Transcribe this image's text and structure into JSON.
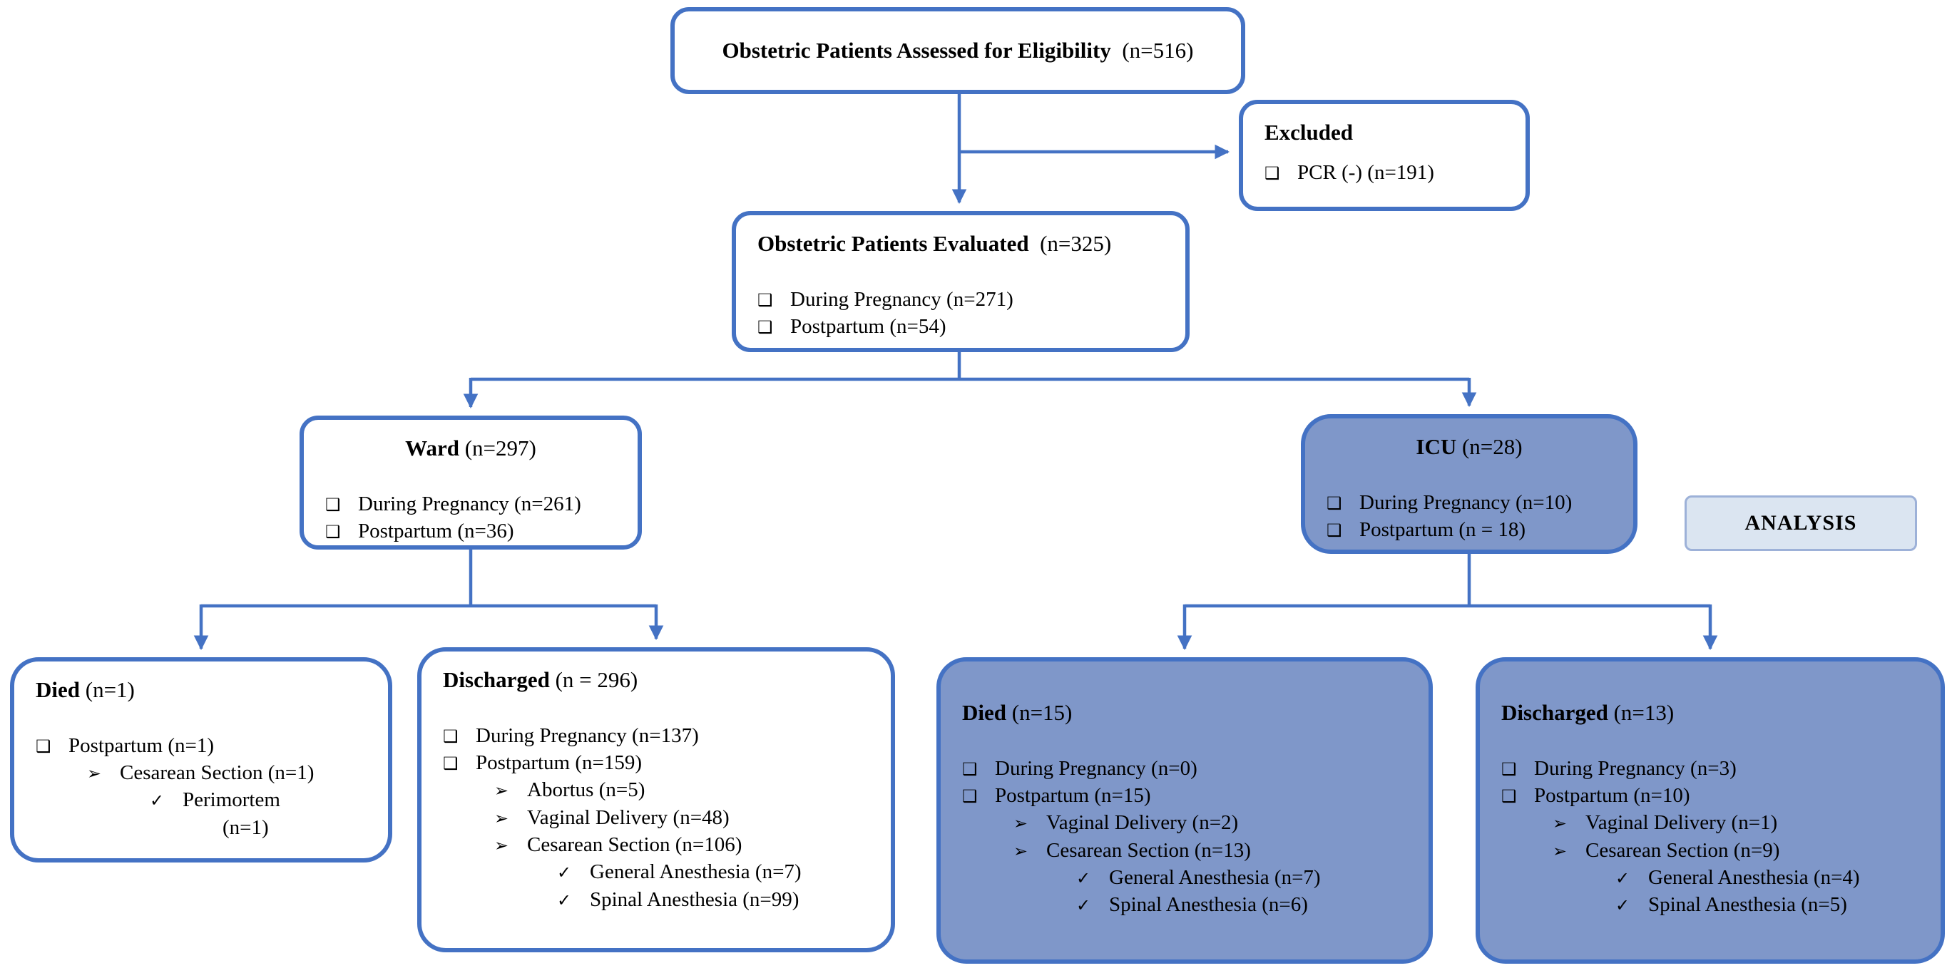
{
  "glyphs": {
    "square": "❑",
    "arrow": "➢",
    "check": "✓"
  },
  "colors": {
    "line": "#4472c4",
    "box_border": "#4472c4",
    "blue_fill": "#7f97c9",
    "analysis_fill": "#dbe5f1",
    "analysis_border": "#9db1d8",
    "text": "#000000"
  },
  "boxes": {
    "eligibility": {
      "title": "Obstetric Patients Assessed for Eligibility",
      "n": "(n=516)"
    },
    "excluded": {
      "title": "Excluded",
      "items": [
        {
          "text": "PCR (-) (n=191)"
        }
      ]
    },
    "evaluated": {
      "title": "Obstetric Patients Evaluated",
      "n": "(n=325)",
      "items": [
        {
          "text": "During Pregnancy (n=271)"
        },
        {
          "text": "Postpartum (n=54)"
        }
      ]
    },
    "ward": {
      "title": "Ward",
      "n": "(n=297)",
      "items": [
        {
          "text": "During Pregnancy (n=261)"
        },
        {
          "text": "Postpartum (n=36)"
        }
      ]
    },
    "icu": {
      "title": "ICU",
      "n": "(n=28)",
      "items": [
        {
          "text": "During Pregnancy (n=10)"
        },
        {
          "text": "Postpartum (n = 18)"
        }
      ]
    },
    "analysis": {
      "label": "ANALYSIS"
    },
    "wardDied": {
      "title": "Died",
      "n": "(n=1)",
      "items": [
        {
          "text": "Postpartum (n=1)"
        },
        {
          "text": "Cesarean Section (n=1)"
        },
        {
          "text": "Perimortem"
        },
        {
          "text": "(n=1)"
        }
      ]
    },
    "wardDischarged": {
      "title": "Discharged",
      "n": "(n = 296)",
      "items": [
        {
          "text": "During Pregnancy (n=137)"
        },
        {
          "text": "Postpartum (n=159)"
        },
        {
          "text": "Abortus (n=5)"
        },
        {
          "text": "Vaginal Delivery (n=48)"
        },
        {
          "text": "Cesarean Section (n=106)"
        },
        {
          "text": "General Anesthesia (n=7)"
        },
        {
          "text": "Spinal Anesthesia (n=99)"
        }
      ]
    },
    "icuDied": {
      "title": "Died",
      "n": "(n=15)",
      "items": [
        {
          "text": "During Pregnancy (n=0)"
        },
        {
          "text": "Postpartum (n=15)"
        },
        {
          "text": "Vaginal Delivery (n=2)"
        },
        {
          "text": "Cesarean Section (n=13)"
        },
        {
          "text": "General Anesthesia (n=7)"
        },
        {
          "text": "Spinal Anesthesia (n=6)"
        }
      ]
    },
    "icuDischarged": {
      "title": "Discharged",
      "n": "(n=13)",
      "items": [
        {
          "text": "During Pregnancy (n=3)"
        },
        {
          "text": "Postpartum (n=10)"
        },
        {
          "text": "Vaginal Delivery (n=1)"
        },
        {
          "text": "Cesarean Section (n=9)"
        },
        {
          "text": "General Anesthesia (n=4)"
        },
        {
          "text": "Spinal Anesthesia (n=5)"
        }
      ]
    }
  }
}
